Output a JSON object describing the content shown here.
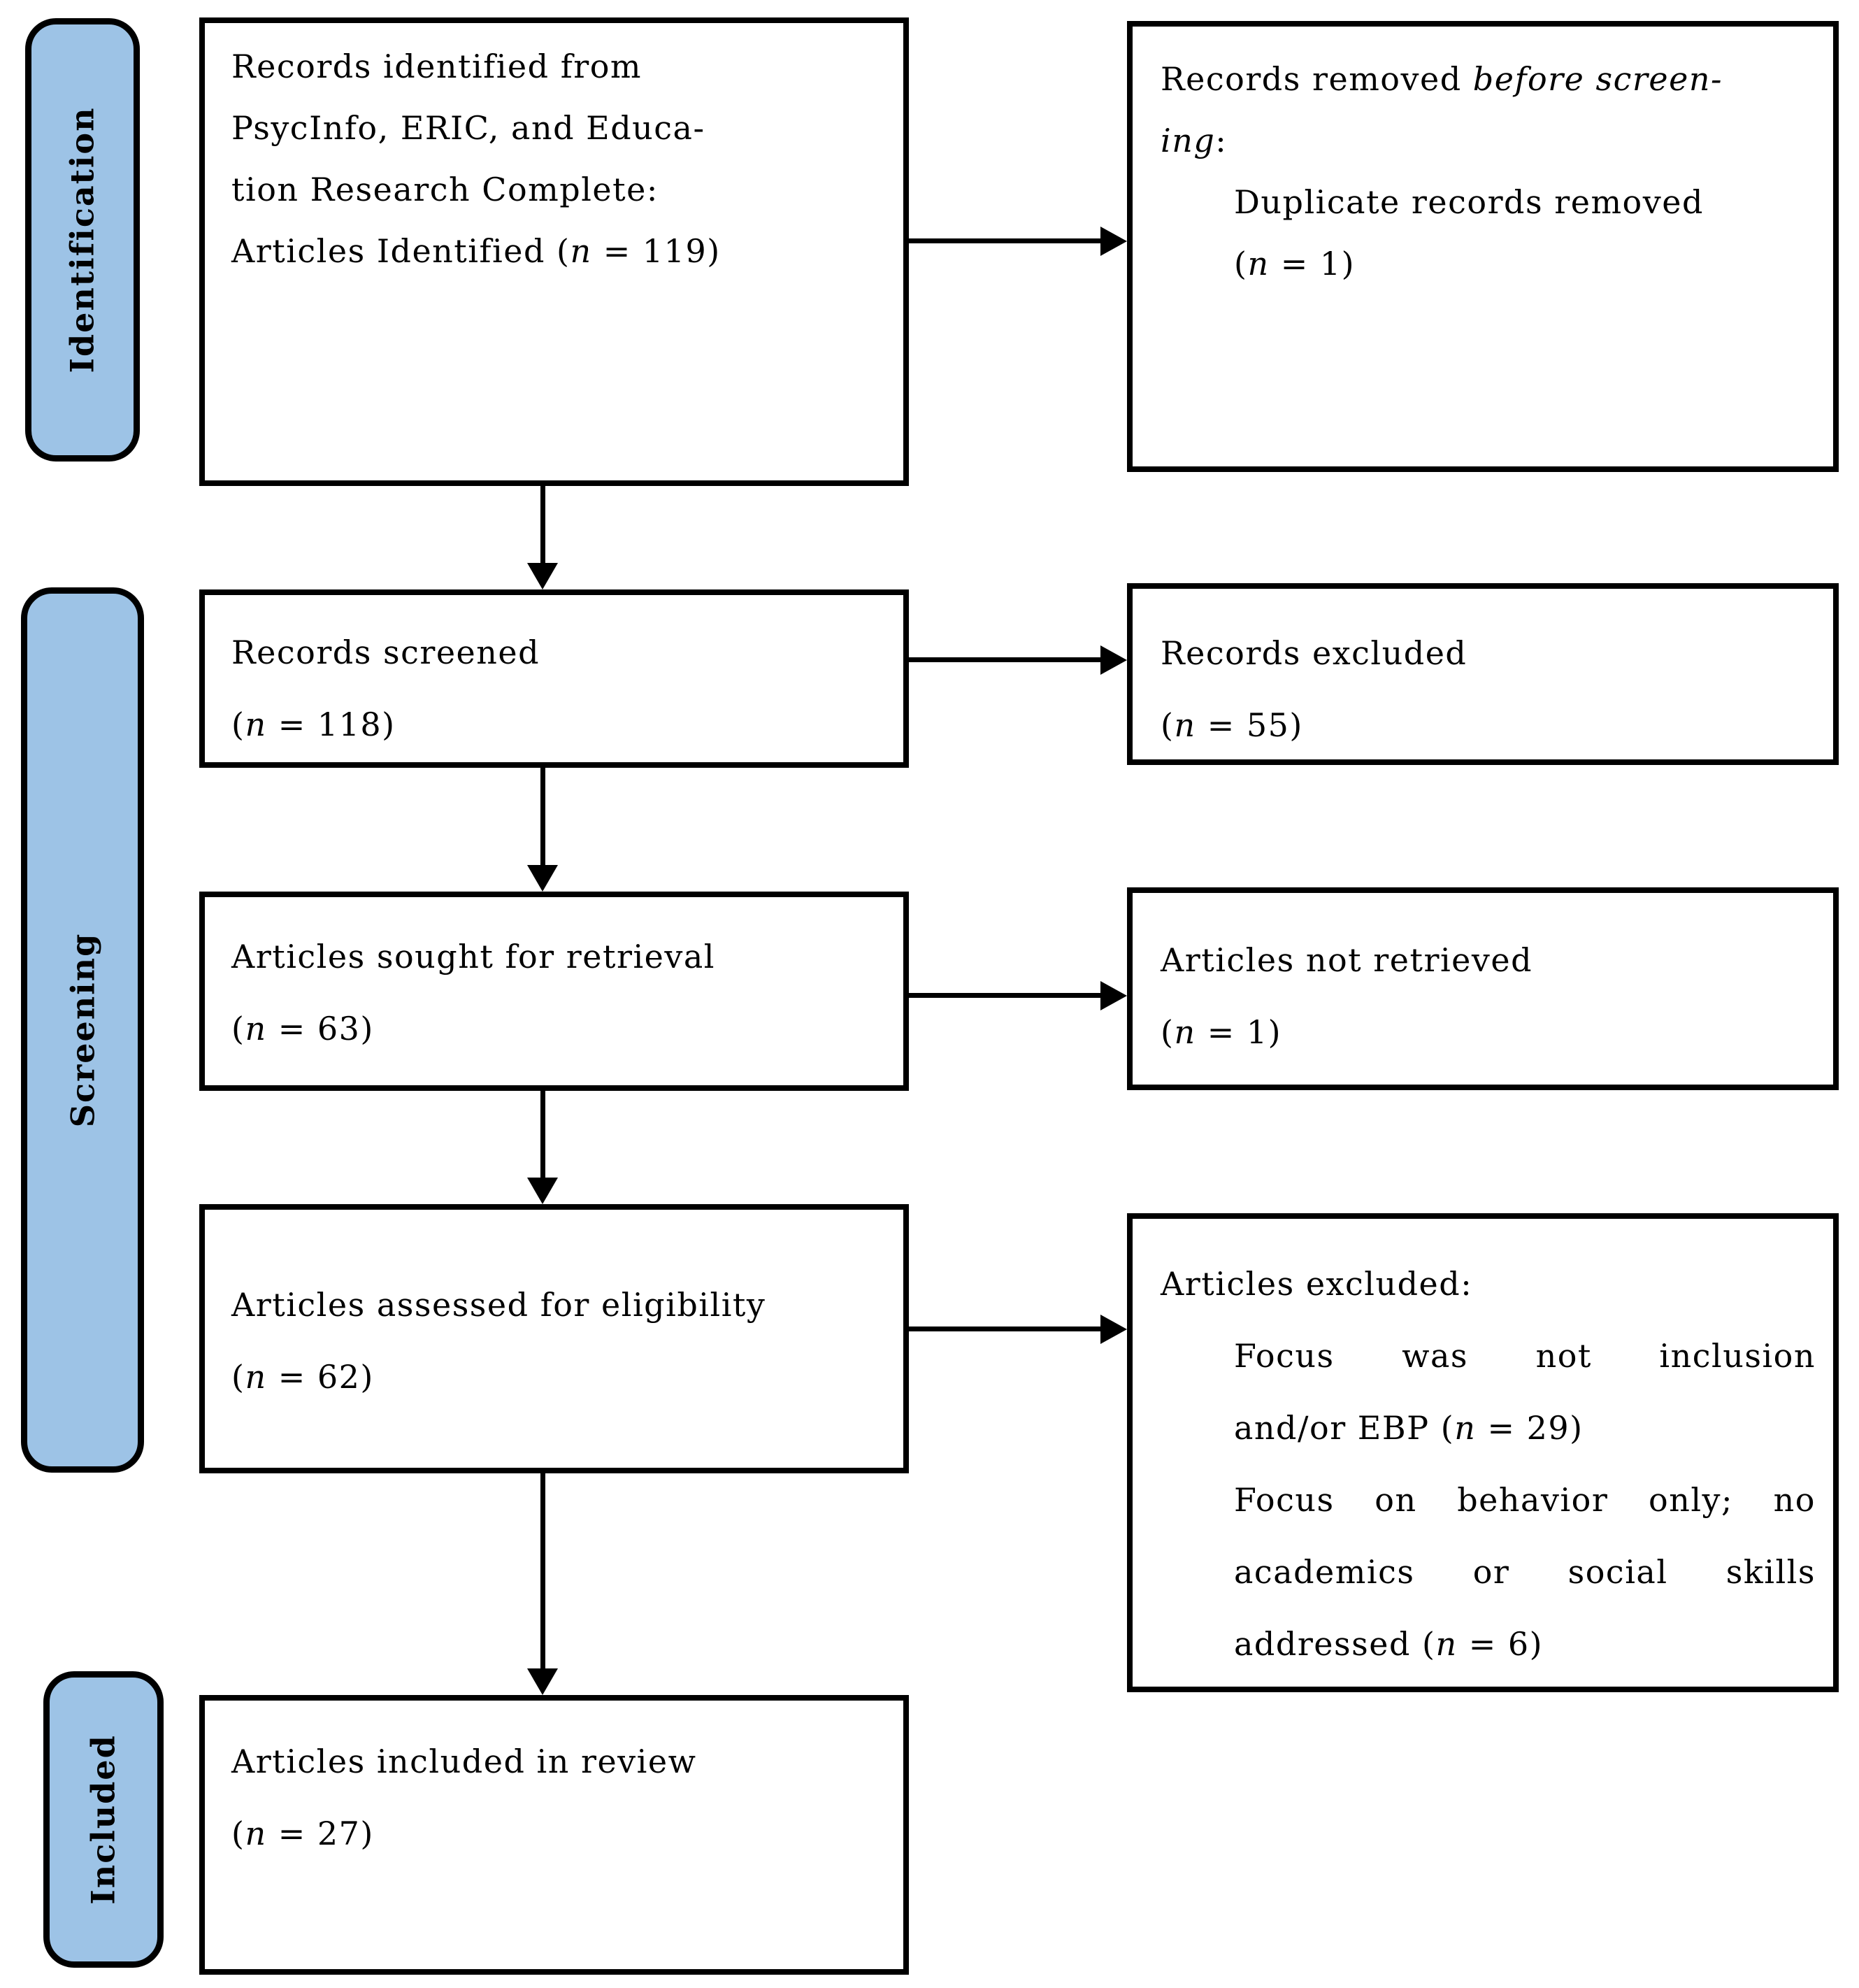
{
  "figure": {
    "type": "prisma-flow-diagram",
    "colors": {
      "stage_fill": "#9DC3E6",
      "line": "#000000",
      "box_fill": "#FFFFFF"
    },
    "stages": [
      {
        "label": "Identification"
      },
      {
        "label": "Screening"
      },
      {
        "label": "Included"
      }
    ],
    "left_boxes": [
      {
        "text": "Records identified from\nPsycInfo, ERIC, and Educa-\ntion Research Complete:\nArticles Identified (*n* = 119)"
      },
      {
        "text": "Records screened\n(*n* = 118)"
      },
      {
        "text": "Articles sought for retrieval\n(*n* = 63)"
      },
      {
        "text": "Articles assessed for eligibility\n(*n* = 62)"
      },
      {
        "text": "Articles included in review\n(*n* = 27)"
      }
    ],
    "right_boxes": [
      {
        "heading": "Records removed *before screen-*\n*ing*:",
        "items": [
          "Duplicate records removed\n(*n* = 1)"
        ]
      },
      {
        "heading": "Records excluded\n(*n* = 55)",
        "items": []
      },
      {
        "heading": "Articles not retrieved\n(*n* = 1)",
        "items": []
      },
      {
        "heading": "Articles excluded:",
        "items": [
          "Focus was not inclusion\nand/or EBP (*n* = 29)",
          "Focus on behavior only; no\nacademics or social skills\naddressed (*n* = 6)"
        ]
      }
    ]
  }
}
